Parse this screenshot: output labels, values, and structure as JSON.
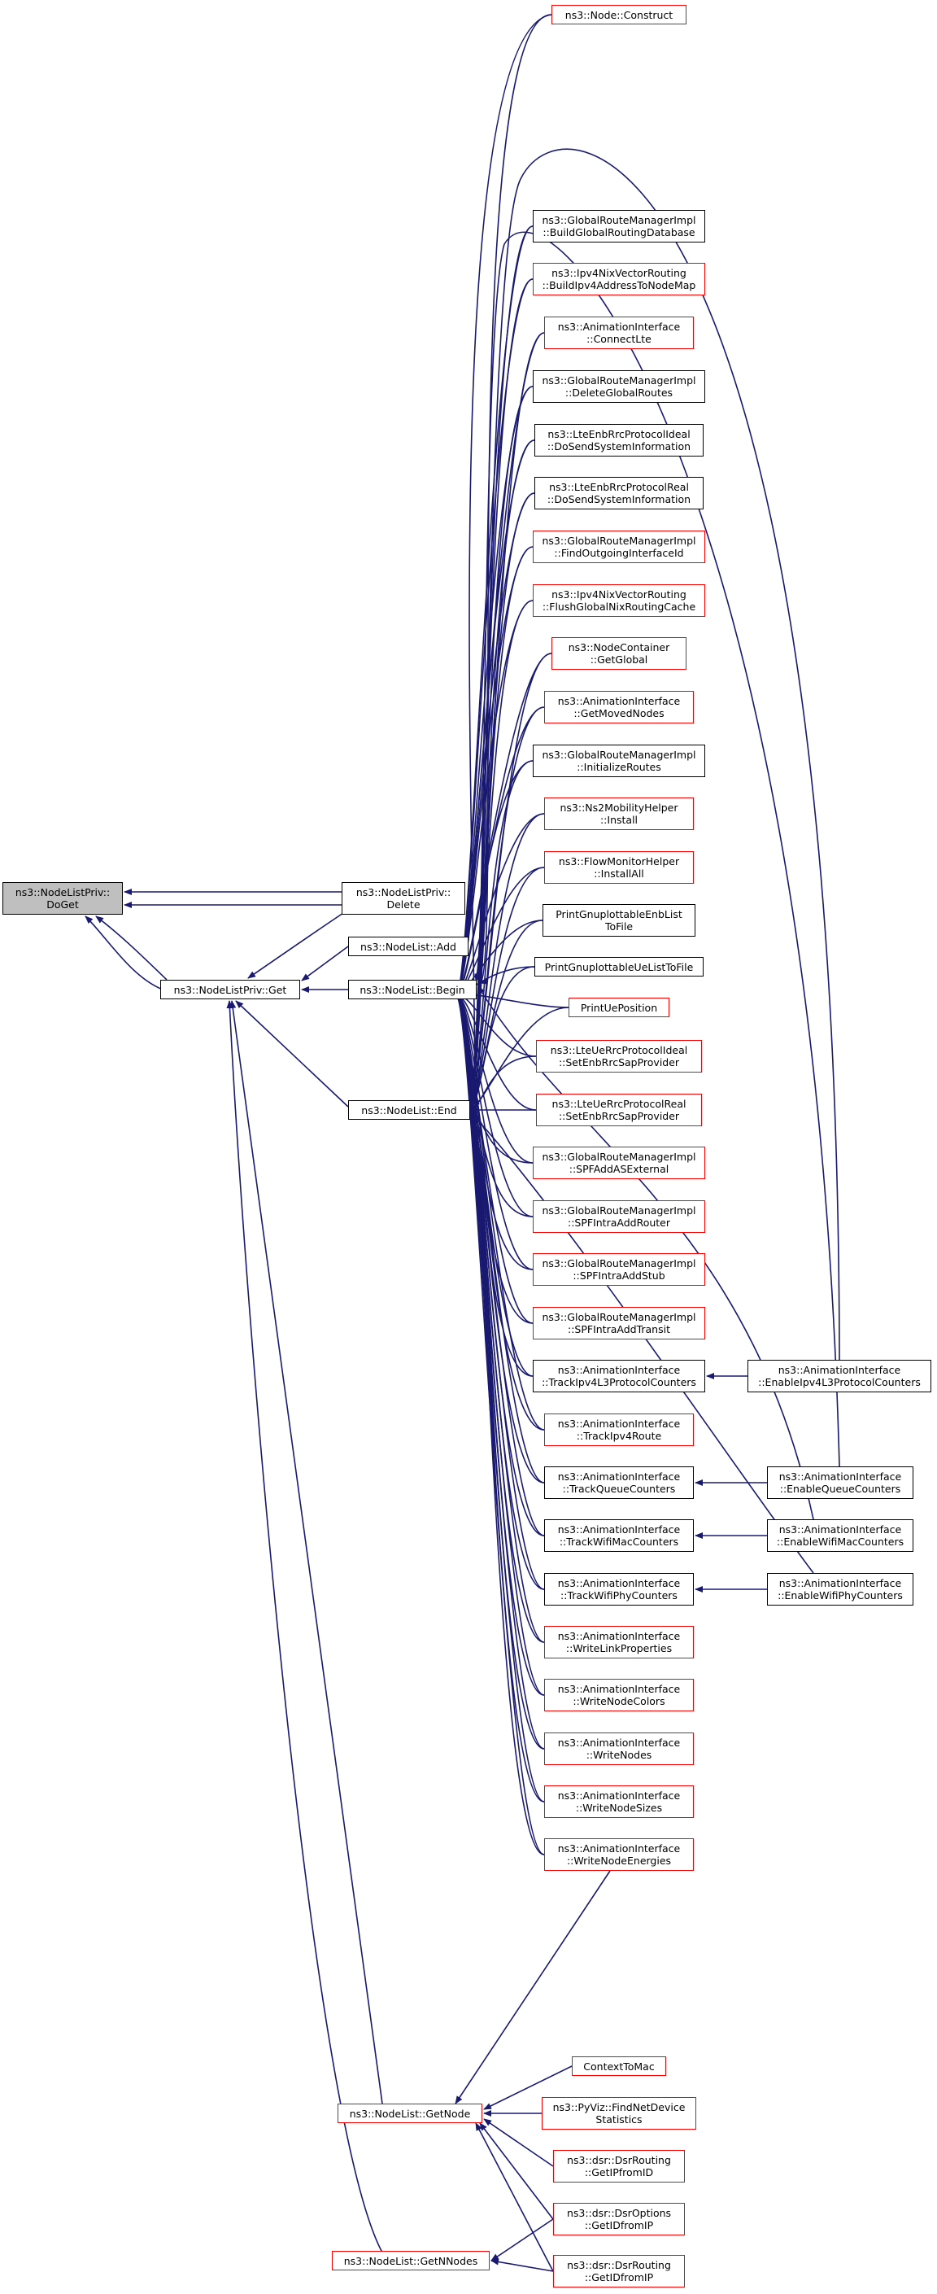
{
  "colors": {
    "edge": "#191970",
    "border_black": "#000000",
    "border_red": "#ff0000",
    "focus_fill": "#bfbfbf"
  },
  "nodes": {
    "doget": {
      "line1": "ns3::NodeListPriv::",
      "line2": "DoGet",
      "style": "gray"
    },
    "delete": {
      "line1": "ns3::NodeListPriv::",
      "line2": "Delete",
      "style": "black"
    },
    "priv_get": {
      "line1": "ns3::NodeListPriv::Get",
      "style": "black"
    },
    "add": {
      "line1": "ns3::NodeList::Add",
      "style": "black"
    },
    "begin": {
      "line1": "ns3::NodeList::Begin",
      "style": "black"
    },
    "end": {
      "line1": "ns3::NodeList::End",
      "style": "black"
    },
    "getnode": {
      "line1": "ns3::NodeList::GetNode",
      "style": "red"
    },
    "getnnodes": {
      "line1": "ns3::NodeList::GetNNodes",
      "style": "red"
    },
    "construct": {
      "line1": "ns3::Node::Construct",
      "style": "red"
    },
    "bgrd": {
      "line1": "ns3::GlobalRouteManagerImpl",
      "line2": "::BuildGlobalRoutingDatabase",
      "style": "black"
    },
    "nix_build": {
      "line1": "ns3::Ipv4NixVectorRouting",
      "line2": "::BuildIpv4AddressToNodeMap",
      "style": "red"
    },
    "connectlte": {
      "line1": "ns3::AnimationInterface",
      "line2": "::ConnectLte",
      "style": "red"
    },
    "delroutes": {
      "line1": "ns3::GlobalRouteManagerImpl",
      "line2": "::DeleteGlobalRoutes",
      "style": "black"
    },
    "enb_ideal_sys": {
      "line1": "ns3::LteEnbRrcProtocolIdeal",
      "line2": "::DoSendSystemInformation",
      "style": "black"
    },
    "enb_real_sys": {
      "line1": "ns3::LteEnbRrcProtocolReal",
      "line2": "::DoSendSystemInformation",
      "style": "black"
    },
    "findiface": {
      "line1": "ns3::GlobalRouteManagerImpl",
      "line2": "::FindOutgoingInterfaceId",
      "style": "red"
    },
    "nix_flush": {
      "line1": "ns3::Ipv4NixVectorRouting",
      "line2": "::FlushGlobalNixRoutingCache",
      "style": "red"
    },
    "getglobal": {
      "line1": "ns3::NodeContainer",
      "line2": "::GetGlobal",
      "style": "red"
    },
    "getmoved": {
      "line1": "ns3::AnimationInterface",
      "line2": "::GetMovedNodes",
      "style": "red"
    },
    "initroutes": {
      "line1": "ns3::GlobalRouteManagerImpl",
      "line2": "::InitializeRoutes",
      "style": "black"
    },
    "ns2install": {
      "line1": "ns3::Ns2MobilityHelper",
      "line2": "::Install",
      "style": "red"
    },
    "installall": {
      "line1": "ns3::FlowMonitorHelper",
      "line2": "::InstallAll",
      "style": "red"
    },
    "enblist": {
      "line1": "PrintGnuplottableEnbList",
      "line2": "ToFile",
      "style": "black"
    },
    "uelist": {
      "line1": "PrintGnuplottableUeListToFile",
      "style": "black"
    },
    "printuepos": {
      "line1": "PrintUePosition",
      "style": "red"
    },
    "ue_ideal_sap": {
      "line1": "ns3::LteUeRrcProtocolIdeal",
      "line2": "::SetEnbRrcSapProvider",
      "style": "red"
    },
    "ue_real_sap": {
      "line1": "ns3::LteUeRrcProtocolReal",
      "line2": "::SetEnbRrcSapProvider",
      "style": "red"
    },
    "spf_ext": {
      "line1": "ns3::GlobalRouteManagerImpl",
      "line2": "::SPFAddASExternal",
      "style": "red"
    },
    "spf_router": {
      "line1": "ns3::GlobalRouteManagerImpl",
      "line2": "::SPFIntraAddRouter",
      "style": "red"
    },
    "spf_stub": {
      "line1": "ns3::GlobalRouteManagerImpl",
      "line2": "::SPFIntraAddStub",
      "style": "red"
    },
    "spf_transit": {
      "line1": "ns3::GlobalRouteManagerImpl",
      "line2": "::SPFIntraAddTransit",
      "style": "red"
    },
    "track_l3": {
      "line1": "ns3::AnimationInterface",
      "line2": "::TrackIpv4L3ProtocolCounters",
      "style": "black"
    },
    "track_route": {
      "line1": "ns3::AnimationInterface",
      "line2": "::TrackIpv4Route",
      "style": "red"
    },
    "track_queue": {
      "line1": "ns3::AnimationInterface",
      "line2": "::TrackQueueCounters",
      "style": "black"
    },
    "track_wifimac": {
      "line1": "ns3::AnimationInterface",
      "line2": "::TrackWifiMacCounters",
      "style": "black"
    },
    "track_wifiphy": {
      "line1": "ns3::AnimationInterface",
      "line2": "::TrackWifiPhyCounters",
      "style": "black"
    },
    "write_link": {
      "line1": "ns3::AnimationInterface",
      "line2": "::WriteLinkProperties",
      "style": "red"
    },
    "write_colors": {
      "line1": "ns3::AnimationInterface",
      "line2": "::WriteNodeColors",
      "style": "red"
    },
    "write_nodes": {
      "line1": "ns3::AnimationInterface",
      "line2": "::WriteNodes",
      "style": "red"
    },
    "write_sizes": {
      "line1": "ns3::AnimationInterface",
      "line2": "::WriteNodeSizes",
      "style": "red"
    },
    "write_energies": {
      "line1": "ns3::AnimationInterface",
      "line2": "::WriteNodeEnergies",
      "style": "red"
    },
    "enable_l3": {
      "line1": "ns3::AnimationInterface",
      "line2": "::EnableIpv4L3ProtocolCounters",
      "style": "black"
    },
    "enable_queue": {
      "line1": "ns3::AnimationInterface",
      "line2": "::EnableQueueCounters",
      "style": "black"
    },
    "enable_wifimac": {
      "line1": "ns3::AnimationInterface",
      "line2": "::EnableWifiMacCounters",
      "style": "black"
    },
    "enable_wifiphy": {
      "line1": "ns3::AnimationInterface",
      "line2": "::EnableWifiPhyCounters",
      "style": "black"
    },
    "contexttomac": {
      "line1": "ContextToMac",
      "style": "red"
    },
    "pyviz": {
      "line1": "ns3::PyViz::FindNetDevice",
      "line2": "Statistics",
      "style": "red"
    },
    "dsr_getipfromid": {
      "line1": "ns3::dsr::DsrRouting",
      "line2": "::GetIPfromID",
      "style": "red"
    },
    "dsr_opt_getid": {
      "line1": "ns3::dsr::DsrOptions",
      "line2": "::GetIDfromIP",
      "style": "red"
    },
    "dsr_rt_getid": {
      "line1": "ns3::dsr::DsrRouting",
      "line2": "::GetIDfromIP",
      "style": "red"
    }
  }
}
